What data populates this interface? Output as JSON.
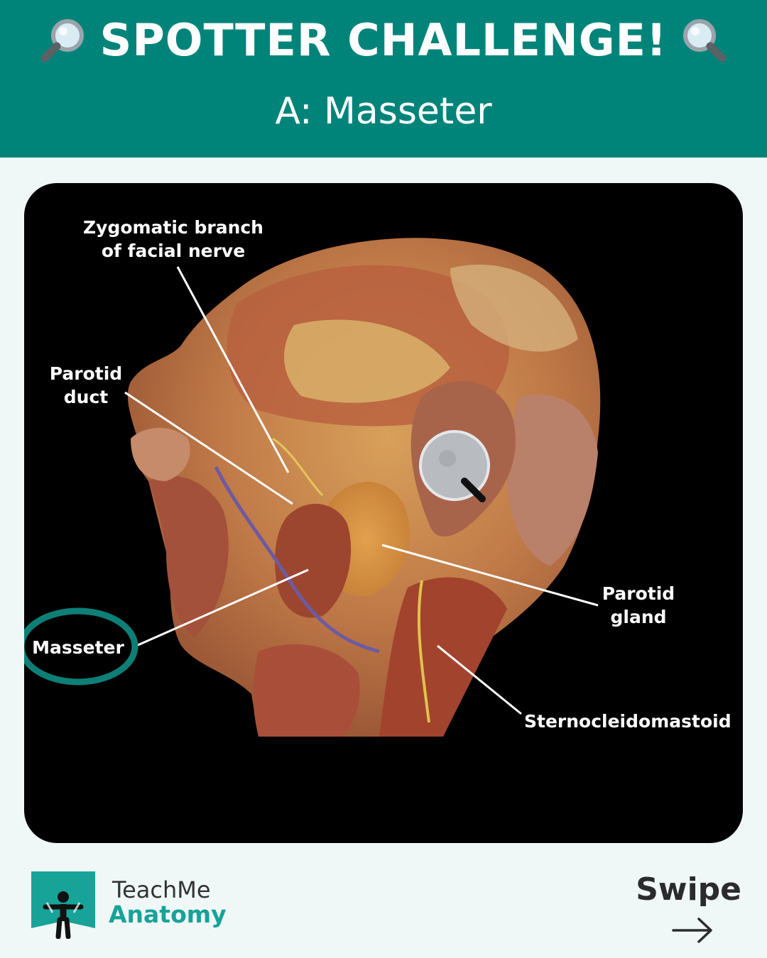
{
  "header": {
    "title": "SPOTTER CHALLENGE!",
    "subtitle": "A: Masseter",
    "background_color": "#00847a"
  },
  "image": {
    "labels": {
      "zygomatic": "Zygomatic branch\nof facial nerve",
      "parotid_duct": "Parotid\nduct",
      "masseter": "Masseter",
      "parotid_gland": "Parotid\ngland",
      "sternocleidomastoid": "Sternocleidomastoid"
    },
    "highlighted_label": "Masseter",
    "highlight_color": "#0e7f76"
  },
  "footer": {
    "brand_line1": "TeachMe",
    "brand_line2": "Anatomy",
    "brand_color": "#17a398",
    "swipe_label": "Swipe",
    "arrow_icon": "arrow-right-icon"
  }
}
